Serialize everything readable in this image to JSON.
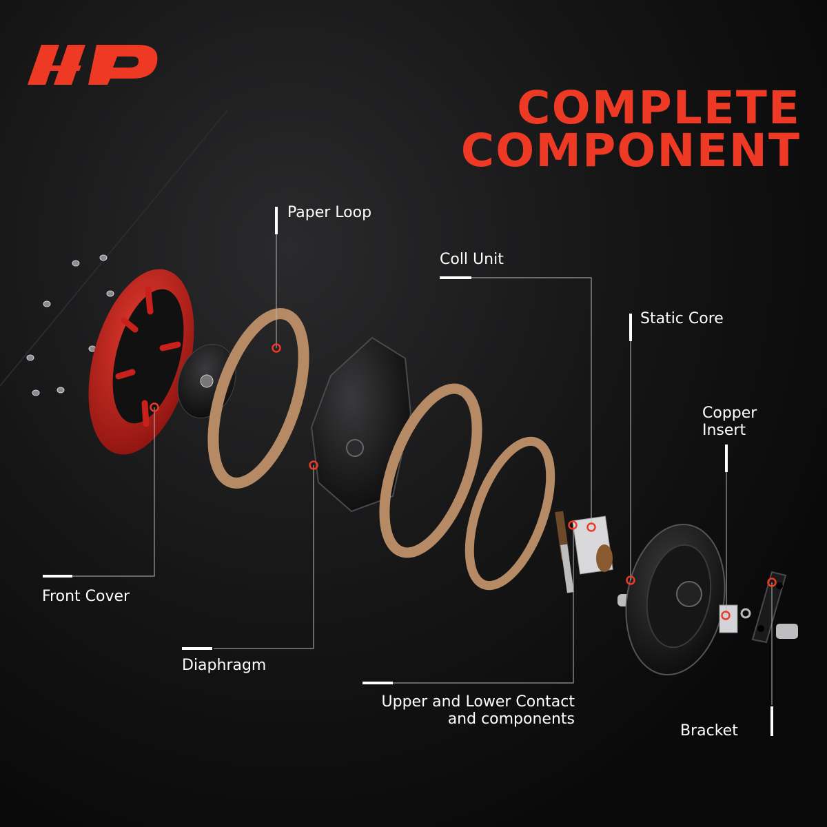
{
  "brand": {
    "logo_name": "ap-logo",
    "accent_color": "#ee3a24"
  },
  "title": {
    "line1": "COMPLETE",
    "line2": "COMPONENT",
    "color": "#ee3a24"
  },
  "labels": {
    "paper_loop": "Paper Loop",
    "coil_unit": "Coll Unit",
    "static_core": "Static Core",
    "copper_insert_line1": "Copper",
    "copper_insert_line2": "Insert",
    "front_cover": "Front Cover",
    "diaphragm": "Diaphragm",
    "contact_line1": "Upper and Lower Contact",
    "contact_line2": "and components",
    "bracket": "Bracket"
  },
  "colors": {
    "front_cover": "#c8201b",
    "gasket": "#b58a64",
    "marker": "#ee3a24",
    "leader": "#bbbbbb"
  }
}
